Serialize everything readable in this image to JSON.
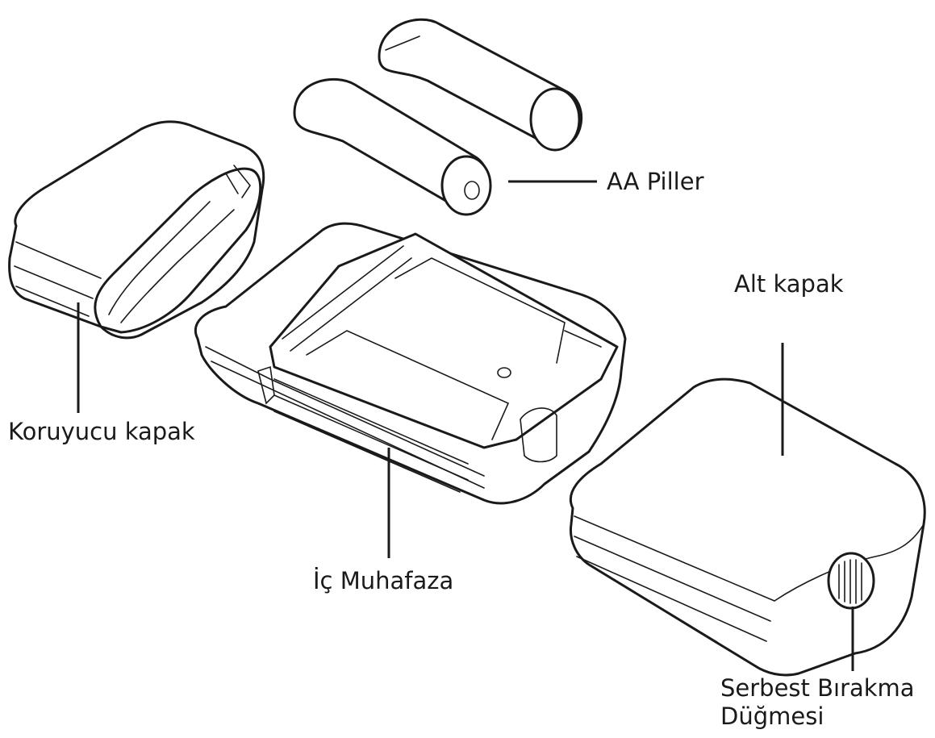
{
  "labels": {
    "batteries": "AA Piller",
    "bottom_cover": "Alt kapak",
    "protective_cover": "Koruyucu kapak",
    "inner_housing": "İç Muhafaza",
    "release_button_line1": "Serbest Bırakma",
    "release_button_line2": "Düğmesi"
  },
  "colors": {
    "line": "#1a1a1a",
    "background": "#ffffff"
  }
}
